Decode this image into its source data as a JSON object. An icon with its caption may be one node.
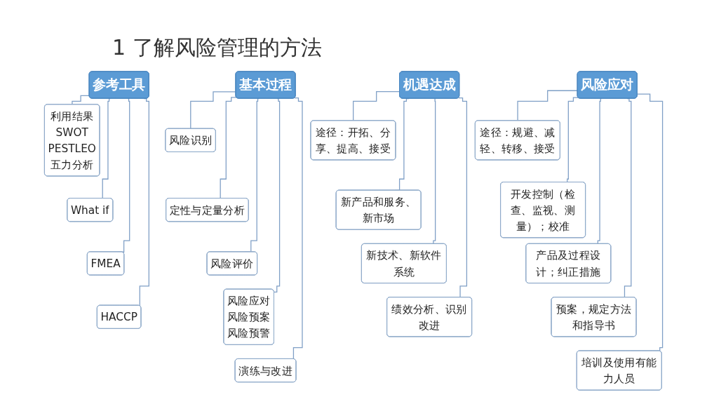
{
  "diagram": {
    "title": "1 了解风险管理的方法",
    "nodes": [
      {
        "text": [
          "基本过程"
        ]
      },
      {
        "text": [
          "风险识别"
        ]
      },
      {
        "text": [
          "定性与定量分析"
        ]
      },
      {
        "text": [
          "风险评价"
        ]
      },
      {
        "text": [
          "风险应对",
          "风险预案",
          "风险预警"
        ]
      },
      {
        "text": [
          "演练与改进"
        ]
      },
      {
        "text": [
          "参考工具"
        ]
      },
      {
        "text": [
          "利用结果",
          "SWOT",
          "PESTLEO",
          "五力分析"
        ]
      },
      {
        "text": [
          "What if"
        ]
      },
      {
        "text": [
          "FMEA"
        ]
      },
      {
        "text": [
          "HACCP"
        ]
      },
      {
        "text": [
          "风险应对"
        ]
      },
      {
        "text": [
          "途径：规避、减轻、转移、接受"
        ]
      },
      {
        "text": [
          "开发控制（检查、监视、测量）；校准"
        ]
      },
      {
        "text": [
          "产品及过程设计；纠正措施"
        ]
      },
      {
        "text": [
          "预案，规定方法和指导书"
        ]
      },
      {
        "text": [
          "培训及使用有能力人员"
        ]
      },
      {
        "text": [
          "机遇达成"
        ]
      },
      {
        "text": [
          "途径：开拓、分享、提高、接受"
        ]
      },
      {
        "text": [
          "新产品和服务、新市场"
        ]
      },
      {
        "text": [
          "新技术、新软件系统"
        ]
      },
      {
        "text": [
          "绩效分析、识别改进"
        ]
      }
    ],
    "edges": [
      {
        "from": 0,
        "to": 1,
        "arrow": "none"
      },
      {
        "from": 0,
        "to": 2,
        "arrow": "none"
      },
      {
        "from": 0,
        "to": 3,
        "arrow": "none"
      },
      {
        "from": 0,
        "to": 4,
        "arrow": "none"
      },
      {
        "from": 0,
        "to": 5,
        "arrow": "none"
      },
      {
        "from": 6,
        "to": 7,
        "arrow": "none"
      },
      {
        "from": 6,
        "to": 8,
        "arrow": "none"
      },
      {
        "from": 6,
        "to": 9,
        "arrow": "none"
      },
      {
        "from": 6,
        "to": 10,
        "arrow": "none"
      },
      {
        "from": 11,
        "to": 12,
        "arrow": "none"
      },
      {
        "from": 11,
        "to": 13,
        "arrow": "none"
      },
      {
        "from": 11,
        "to": 14,
        "arrow": "none"
      },
      {
        "from": 11,
        "to": 15,
        "arrow": "none"
      },
      {
        "from": 11,
        "to": 16,
        "arrow": "none"
      },
      {
        "from": 17,
        "to": 18,
        "arrow": "none"
      },
      {
        "from": 17,
        "to": 19,
        "arrow": "none"
      },
      {
        "from": 17,
        "to": 20,
        "arrow": "none"
      },
      {
        "from": 17,
        "to": 21,
        "arrow": "none"
      }
    ]
  }
}
